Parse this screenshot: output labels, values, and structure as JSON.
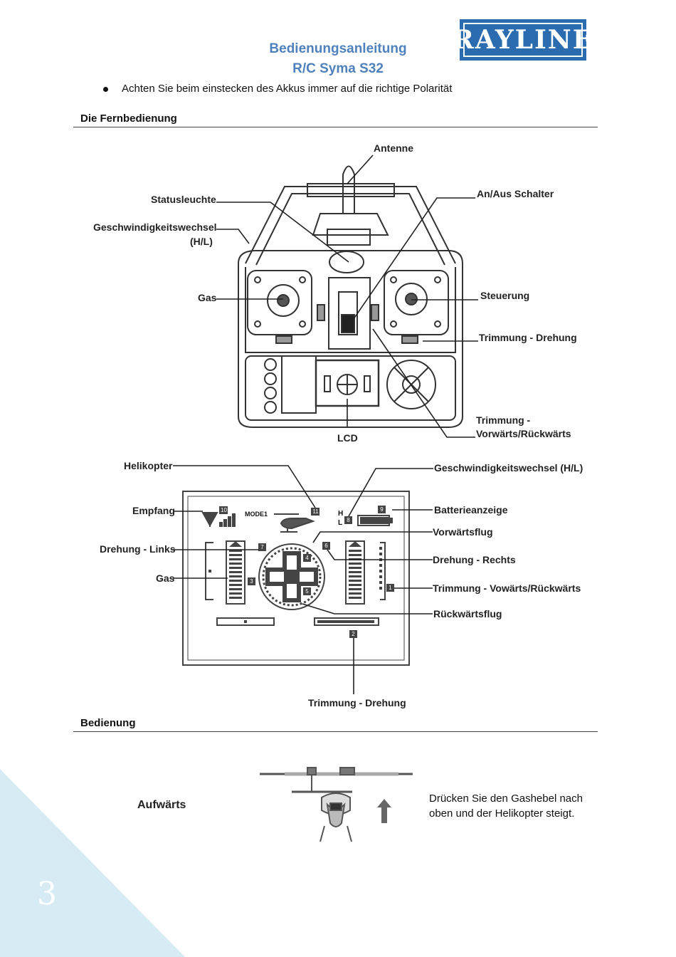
{
  "header": {
    "title_line1": "Bedienungsanleitung",
    "title_line2": "R/C Syma S32",
    "logo_text": "RAYLINE"
  },
  "notes": {
    "bullet": "Achten Sie beim einstecken des Akkus immer auf die richtige Polarität"
  },
  "remote": {
    "heading": "Die Fernbedienung",
    "labels": {
      "antenne": "Antenne",
      "statusleuchte": "Statusleuchte",
      "an_aus": "An/Aus Schalter",
      "geschw_1": "Geschwindigkeitswechsel",
      "geschw_2": "(H/L)",
      "gas": "Gas",
      "steuerung": "Steuerung",
      "trimm_drehung": "Trimmung - Drehung",
      "trimm_vr_1": "Trimmung -",
      "trimm_vr_2": "Vorwärts/Rückwärts",
      "lcd": "LCD"
    }
  },
  "lcd": {
    "labels": {
      "helikopter": "Helikopter",
      "geschw": "Geschwindigkeitswechsel (H/L)",
      "empfang": "Empfang",
      "batterie": "Batterieanzeige",
      "vorwaerts": "Vorwärtsflug",
      "drehung_links": "Drehung - Links",
      "drehung_rechts": "Drehung - Rechts",
      "gas": "Gas",
      "trimm_vr": "Trimmung - Vowärts/Rückwärts",
      "rueckwaerts": "Rückwärtsflug",
      "trimm_drehung": "Trimmung - Drehung"
    },
    "mode_text": "MODE1",
    "h_text": "H",
    "l_text": "L",
    "numbers": [
      "1",
      "2",
      "3",
      "4",
      "5",
      "6",
      "7",
      "8",
      "9",
      "10",
      "11"
    ]
  },
  "operation": {
    "heading": "Bedienung",
    "label": "Aufwärts",
    "description": "Drücken Sie den Gashebel nach oben und der Helikopter steigt."
  },
  "page": {
    "number": "3",
    "accent_color": "#d6ebf4"
  }
}
